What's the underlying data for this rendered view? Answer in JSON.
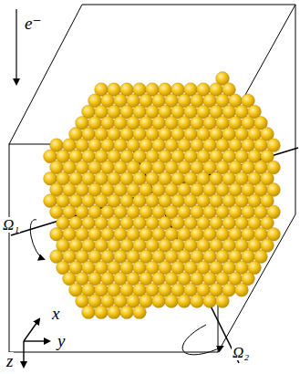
{
  "diagram": {
    "labels": [
      "e⁻",
      "Ω₁",
      "Ω₂",
      "x",
      "y",
      "z"
    ]
  }
}
